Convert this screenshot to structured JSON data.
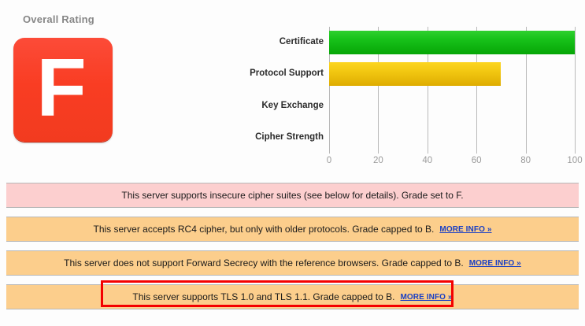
{
  "rating": {
    "title": "Overall Rating",
    "grade": "F",
    "grade_color": "#f93d23"
  },
  "chart_data": {
    "type": "bar",
    "orientation": "horizontal",
    "categories": [
      "Certificate",
      "Protocol Support",
      "Key Exchange",
      "Cipher Strength"
    ],
    "values": [
      100,
      70,
      0,
      0
    ],
    "bar_colors": [
      "#18c21a",
      "#f2c711",
      "none",
      "none"
    ],
    "title": "",
    "xlabel": "",
    "ylabel": "",
    "xlim": [
      0,
      100
    ],
    "xticks": [
      0,
      20,
      40,
      60,
      80,
      100
    ],
    "xtick_labels": [
      "0",
      "20",
      "40",
      "60",
      "80",
      "100"
    ],
    "grid": true,
    "legend": "none"
  },
  "messages": [
    {
      "text": "This server supports insecure cipher suites (see below for details). Grade set to F.",
      "severity": "pink",
      "link": "",
      "highlighted": false
    },
    {
      "text": "This server accepts RC4 cipher, but only with older protocols. Grade capped to B.",
      "severity": "orange",
      "link": "MORE INFO »",
      "highlighted": false
    },
    {
      "text": "This server does not support Forward Secrecy with the reference browsers. Grade capped to B.",
      "severity": "orange",
      "link": "MORE INFO »",
      "highlighted": false
    },
    {
      "text": "This server supports TLS 1.0 and TLS 1.1. Grade capped to B.",
      "severity": "orange",
      "link": "MORE INFO »",
      "highlighted": true
    }
  ],
  "colors": {
    "pink_row": "#fccfcf",
    "orange_row": "#fcce8c",
    "link": "#1a3fc4",
    "highlight_border": "#f40000",
    "grid": "#b9b9b9",
    "tick_text": "#9b9b9b"
  }
}
